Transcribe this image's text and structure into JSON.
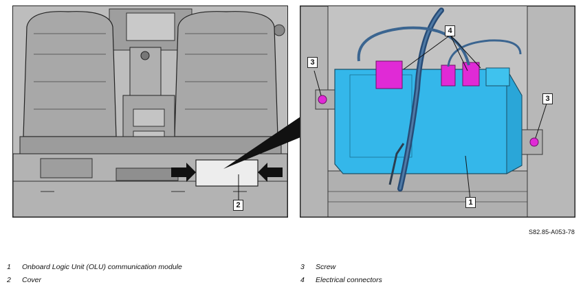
{
  "figure": {
    "reference_code": "S82.85-A053-78",
    "left_callouts": [
      "2"
    ],
    "right_callouts": [
      "3",
      "3",
      "4",
      "1"
    ]
  },
  "legend": [
    {
      "num": "1",
      "text": "Onboard Logic Unit (OLU) communication module"
    },
    {
      "num": "2",
      "text": "Cover"
    },
    {
      "num": "3",
      "text": "Screw"
    },
    {
      "num": "4",
      "text": "Electrical connectors"
    }
  ],
  "colors": {
    "module_cyan": "#34b7ea",
    "connector_magenta": "#e02ad6",
    "line_art_grey": "#b9b9b9",
    "outline_dark": "#222222"
  }
}
